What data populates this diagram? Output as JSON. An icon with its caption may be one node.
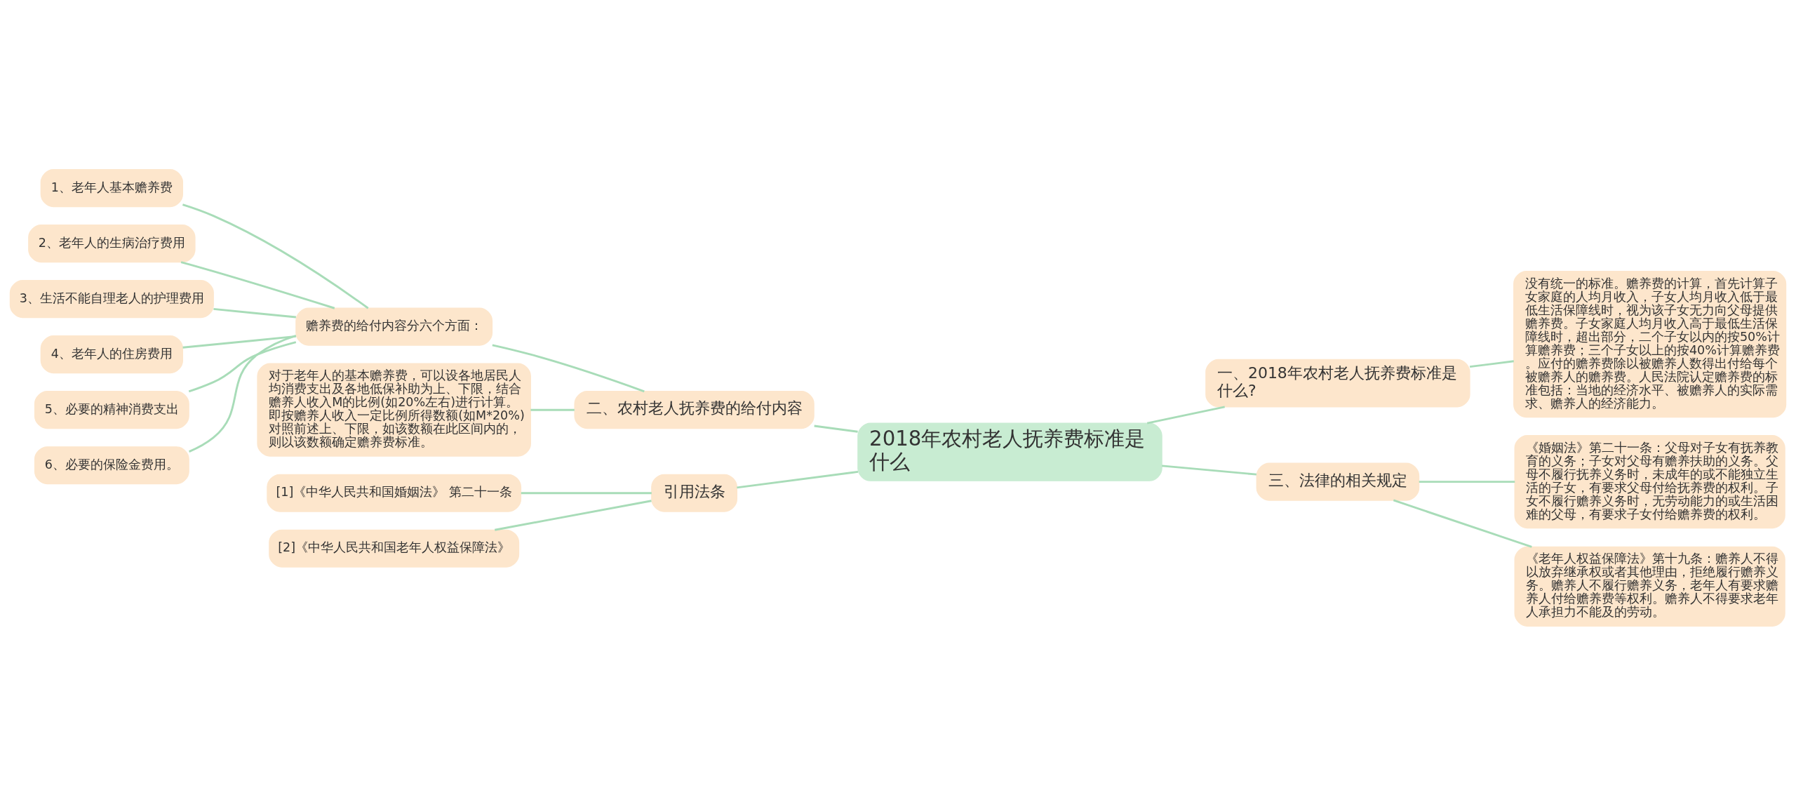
{
  "diagram": {
    "nodes": [
      {
        "text": [
          "2018年农村老人抚养费标准是什么"
        ]
      },
      {
        "text": [
          "一、2018年农村老人抚养费标准是什么?"
        ]
      },
      {
        "text": [
          "没有统一的标准。赡养费的计算，首先计算子女家庭的人均月收入，子女人均月收入低于最低生活保障线时，视为该子女无力向父母提供赡养费。子女家庭人均月收入高于最低生活保障线时，超出部分，二个子女以内的按50%计算赡养费；三个子女以上的按40%计算赡养费。应付的赡养费除以被赡养人数得出付给每个被赡养人的赡养费。人民法院认定赡养费的标准包括：当地的经济水平、被赡养人的实际需求、赡养人的经济能力。"
        ]
      },
      {
        "text": [
          "二、农村老人抚养费的给付内容"
        ]
      },
      {
        "text": [
          "赡养费的给付内容分六个方面："
        ]
      },
      {
        "text": [
          "1、老年人基本赡养费"
        ]
      },
      {
        "text": [
          "2、老年人的生病治疗费用"
        ]
      },
      {
        "text": [
          "3、生活不能自理老人的护理费用"
        ]
      },
      {
        "text": [
          "4、老年人的住房费用"
        ]
      },
      {
        "text": [
          "5、必要的精神消费支出"
        ]
      },
      {
        "text": [
          "6、必要的保险金费用。"
        ]
      },
      {
        "text": [
          "对于老年人的基本赡养费，可以设各地居民人均消费支出及各地低保补助为上、下限，结合赡养人收入M的比例(如20%左右)进行计算。即按赡养人收入一定比例所得数额(如M*20%)对照前述上、下限，如该数额在此区间内的，则以该数额确定赡养费标准。"
        ]
      },
      {
        "text": [
          "三、法律的相关规定"
        ]
      },
      {
        "text": [
          "《婚姻法》第二十一条：父母对子女有抚养教育的义务；子女对父母有赡养扶助的义务。父母不履行抚养义务时，未成年的或不能独立生活的子女，有要求父母付给抚养费的权利。子女不履行赡养义务时，无劳动能力的或生活困难的父母，有要求子女付给赡养费的权利。"
        ]
      },
      {
        "text": [
          "《老年人权益保障法》第十九条：赡养人不得以放弃继承权或者其他理由，拒绝履行赡养义务。赡养人不履行赡养义务，老年人有要求赡养人付给赡养费等权利。赡养人不得要求老年人承担力不能及的劳动。"
        ]
      },
      {
        "text": [
          "引用法条"
        ]
      },
      {
        "text": [
          "[1]《中华人民共和国婚姻法》 第二十一条"
        ]
      },
      {
        "text": [
          "[2]《中华人民共和国老年人权益保障法》"
        ]
      }
    ],
    "edges": [
      {
        "from": 0,
        "to": 1,
        "arrow": "none"
      },
      {
        "from": 1,
        "to": 2,
        "arrow": "none"
      },
      {
        "from": 0,
        "to": 3,
        "arrow": "none"
      },
      {
        "from": 3,
        "to": 4,
        "arrow": "none"
      },
      {
        "from": 4,
        "to": 5,
        "arrow": "none"
      },
      {
        "from": 4,
        "to": 6,
        "arrow": "none"
      },
      {
        "from": 4,
        "to": 7,
        "arrow": "none"
      },
      {
        "from": 4,
        "to": 8,
        "arrow": "none"
      },
      {
        "from": 4,
        "to": 9,
        "arrow": "none"
      },
      {
        "from": 4,
        "to": 10,
        "arrow": "none"
      },
      {
        "from": 3,
        "to": 11,
        "arrow": "none"
      },
      {
        "from": 0,
        "to": 12,
        "arrow": "none"
      },
      {
        "from": 12,
        "to": 13,
        "arrow": "none"
      },
      {
        "from": 12,
        "to": 14,
        "arrow": "none"
      },
      {
        "from": 0,
        "to": 15,
        "arrow": "none"
      },
      {
        "from": 15,
        "to": 16,
        "arrow": "none"
      },
      {
        "from": 15,
        "to": 17,
        "arrow": "none"
      }
    ]
  }
}
